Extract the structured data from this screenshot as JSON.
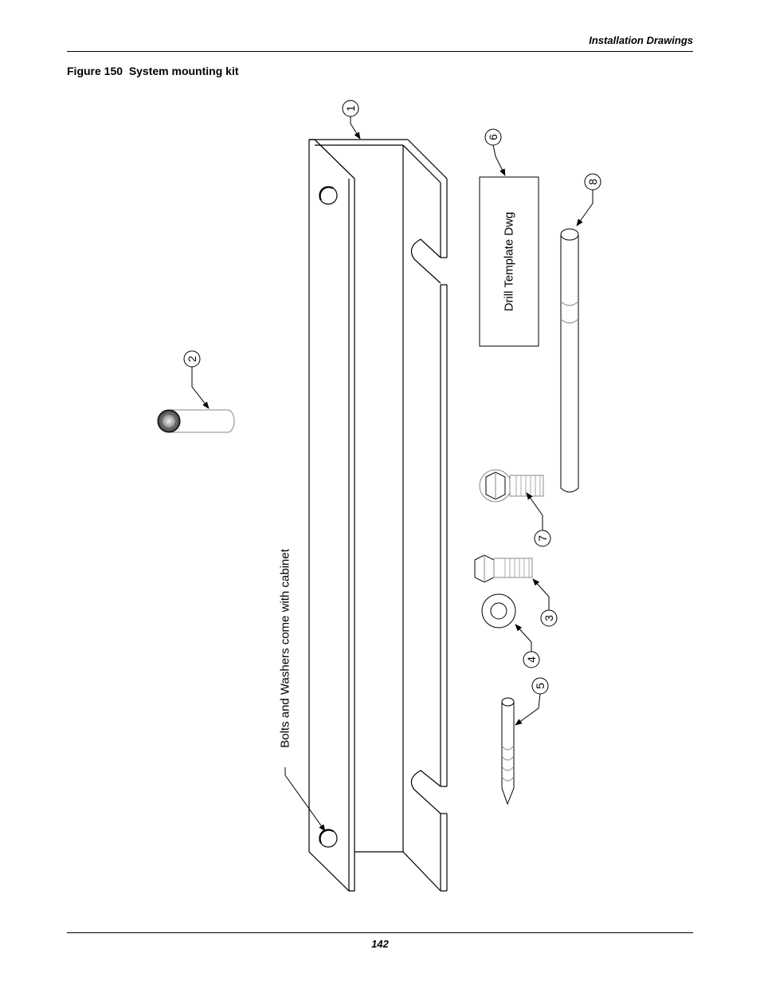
{
  "header": {
    "section": "Installation Drawings"
  },
  "figure": {
    "number": "Figure 150",
    "title": "System mounting kit",
    "callouts": [
      "1",
      "2",
      "3",
      "4",
      "5",
      "6",
      "7",
      "8"
    ],
    "drill_template_label": "Drill Template Dwg",
    "bolts_note": "Bolts and Washers come with cabinet"
  },
  "footer": {
    "page_number": "142"
  }
}
